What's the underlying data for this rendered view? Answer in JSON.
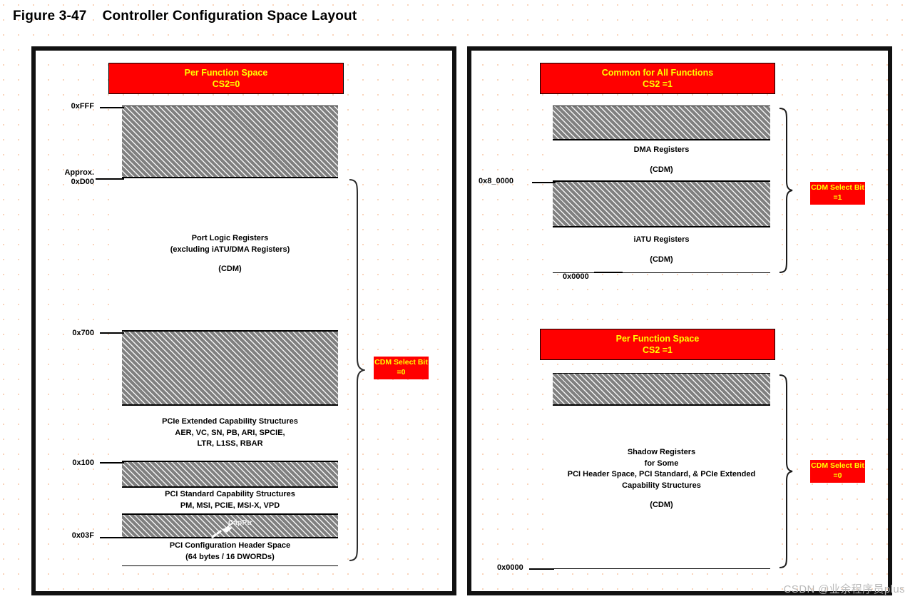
{
  "figure": {
    "number": "Figure 3-47",
    "title": "Controller Configuration Space Layout"
  },
  "colors": {
    "header_red": "#FF0000",
    "header_text_yellow": "#FFFF00",
    "frame_black": "#111111",
    "hatch_gray": "#808080",
    "dot_grid": "#F4A46E",
    "watermark_gray": "#B9B9B9"
  },
  "watermark": "CSDN @业余程序员plus",
  "left_panel": {
    "header": {
      "line1": "Per Function Space",
      "line2": "CS2=0"
    },
    "bracket_tag": {
      "line1": "CDM Select Bit",
      "line2": "=0"
    },
    "address_labels": [
      {
        "text": "0xFFF"
      },
      {
        "text": "Approx.\n0xD00"
      },
      {
        "text": "0x700"
      },
      {
        "text": "0x100"
      },
      {
        "text": "0x03F"
      }
    ],
    "segments": [
      {
        "kind": "hatch",
        "label": ""
      },
      {
        "kind": "plain",
        "label": "Port Logic Registers\n(excluding iATU/DMA Registers)",
        "label2": "(CDM)"
      },
      {
        "kind": "hatch",
        "label": ""
      },
      {
        "kind": "plain",
        "label": "PCIe Extended Capability Structures\nAER, VC, SN, PB, ARI, SPCIE,\nLTR, L1SS, RBAR",
        "label2": ""
      },
      {
        "kind": "hatch",
        "label": ""
      },
      {
        "kind": "plain",
        "label": "PCI Standard Capability Structures\nPM, MSI, PCIE, MSI-X, VPD",
        "label2": ""
      },
      {
        "kind": "hatch",
        "label": "",
        "annotation": "CapPtr"
      },
      {
        "kind": "plain",
        "label": "PCI Configuration Header Space\n(64 bytes / 16 DWORDs)",
        "label2": ""
      }
    ]
  },
  "right_panel": {
    "top": {
      "header": {
        "line1": "Common for All Functions",
        "line2": "CS2 =1"
      },
      "bracket_tag": {
        "line1": "CDM Select Bit",
        "line2": "=1"
      },
      "address_labels": [
        {
          "text": "0x8_0000"
        },
        {
          "text": "0x0000"
        }
      ],
      "segments": [
        {
          "kind": "hatch",
          "label": ""
        },
        {
          "kind": "plain",
          "label": "DMA Registers",
          "label2": "(CDM)"
        },
        {
          "kind": "hatch",
          "label": ""
        },
        {
          "kind": "plain",
          "label": "iATU Registers",
          "label2": "(CDM)"
        }
      ]
    },
    "bottom": {
      "header": {
        "line1": "Per Function Space",
        "line2": "CS2 =1"
      },
      "bracket_tag": {
        "line1": "CDM Select Bit",
        "line2": "=0"
      },
      "address_labels": [
        {
          "text": "0x0000"
        }
      ],
      "segments": [
        {
          "kind": "hatch",
          "label": ""
        },
        {
          "kind": "plain",
          "label": "Shadow Registers\nfor Some\nPCI Header Space, PCI Standard, & PCIe Extended\nCapability Structures",
          "label2": "(CDM)"
        }
      ]
    }
  }
}
